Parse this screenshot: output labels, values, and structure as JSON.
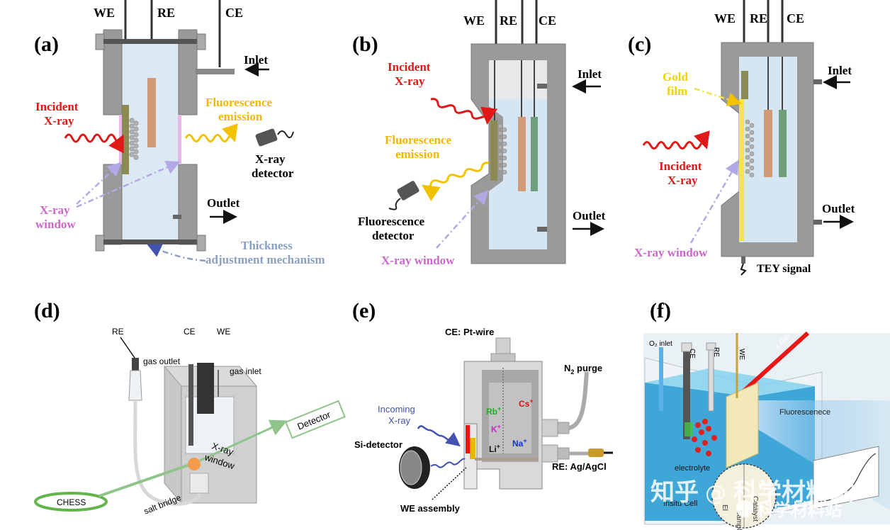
{
  "panels": {
    "a": {
      "letter": "(a)",
      "electrodes": [
        "WE",
        "RE",
        "CE"
      ],
      "inlet": "Inlet",
      "outlet": "Outlet",
      "incident_1": "Incident",
      "incident_2": "X-ray",
      "fluor_1": "Fluorescence",
      "fluor_2": "emission",
      "detector_1": "X-ray",
      "detector_2": "detector",
      "window_1": "X-ray",
      "window_2": "window",
      "thickness_1": "Thickness",
      "thickness_2": "adjustment mechanism"
    },
    "b": {
      "letter": "(b)",
      "electrodes": [
        "WE",
        "RE",
        "CE"
      ],
      "incident_1": "Incident",
      "incident_2": "X-ray",
      "inlet": "Inlet",
      "fluor_1": "Fluorescence",
      "fluor_2": "emission",
      "detector_1": "Fluorescence",
      "detector_2": "detector",
      "outlet": "Outlet",
      "window": "X-ray window"
    },
    "c": {
      "letter": "(c)",
      "electrodes": [
        "WE",
        "RE",
        "CE"
      ],
      "gold_1": "Gold",
      "gold_2": "film",
      "inlet": "Inlet",
      "incident_1": "Incident",
      "incident_2": "X-ray",
      "outlet": "Outlet",
      "window": "X-ray window",
      "tey": "TEY signal"
    },
    "d": {
      "letter": "(d)",
      "re": "RE",
      "ce": "CE",
      "we": "WE",
      "gas_outlet": "gas outlet",
      "gas_inlet": "gas inlet",
      "detector": "Detector",
      "window_1": "X-ray",
      "window_2": "window",
      "chess": "CHESS",
      "salt_bridge": "salt bridge"
    },
    "e": {
      "letter": "(e)",
      "ce": "CE: Pt-wire",
      "n2_a": "N",
      "n2_sub": "2",
      "n2_b": " purge",
      "incoming_1": "Incoming",
      "incoming_2": "X-ray",
      "si_detector": "Si-detector",
      "re": "RE: Ag/AgCl",
      "we": "WE assembly",
      "ions": [
        {
          "t": "Rb",
          "c": "#22aa22"
        },
        {
          "t": "Cs",
          "c": "#dd1111"
        },
        {
          "t": "K",
          "c": "#cc22cc"
        },
        {
          "t": "Na",
          "c": "#1133cc"
        },
        {
          "t": "Li",
          "c": "#111111"
        }
      ],
      "plus": "+"
    },
    "f": {
      "letter": "(f)",
      "o2_inlet": "O₂ inlet",
      "ce": "CE",
      "re": "RE",
      "we": "WE",
      "xray": "X-Ray",
      "fluorescence": "Fluorescenece",
      "electrolyte": "electrolyte",
      "insitu": "Insitu Cell",
      "sample": "Sample",
      "catalyst": "Catalyst",
      "el": "El"
    }
  },
  "watermark": {
    "zhihu": "知乎",
    "at": "@",
    "site": "科学材料站",
    "site2": "科学材料站"
  }
}
